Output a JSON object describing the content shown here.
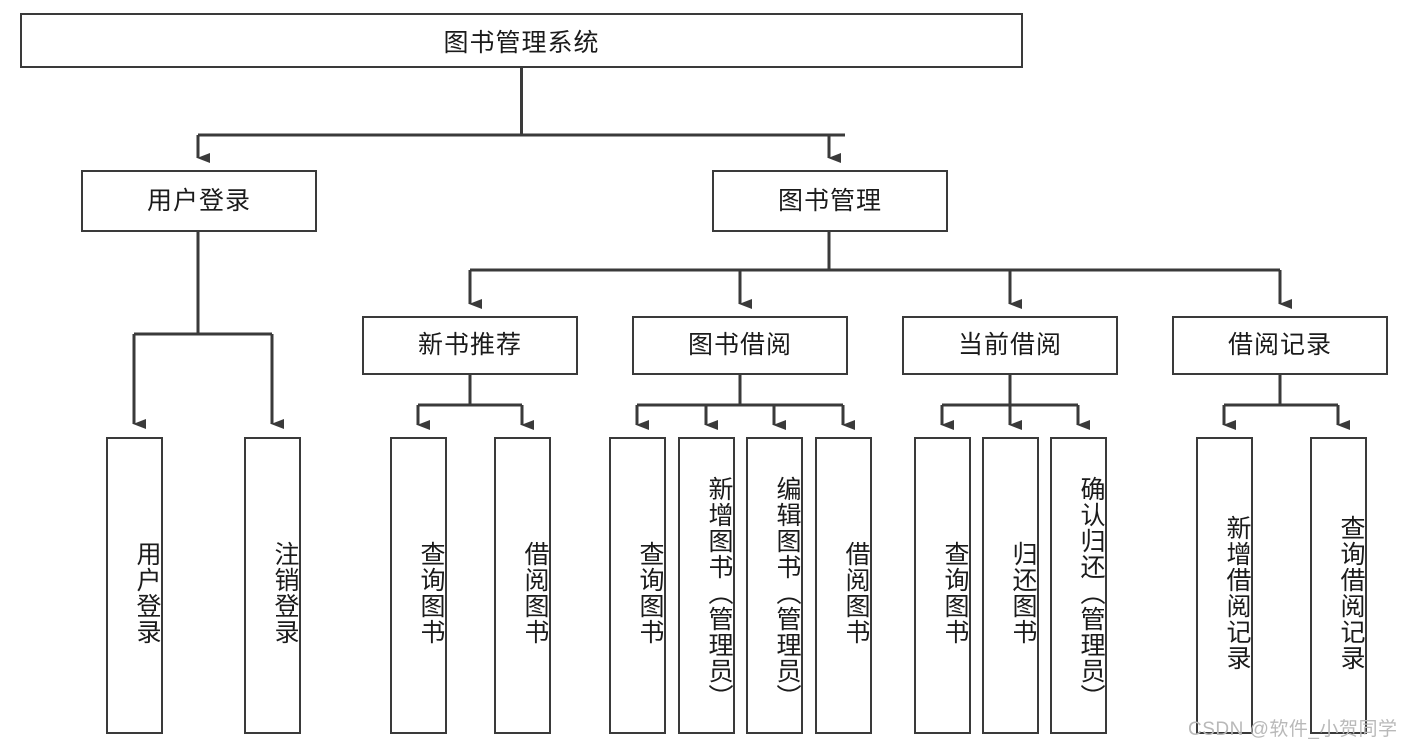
{
  "diagram": {
    "title": "图书管理系统",
    "type": "hierarchy-tree",
    "root": {
      "label": "图书管理系统",
      "id": "root"
    },
    "level1": [
      {
        "id": "user-login",
        "label": "用户登录"
      },
      {
        "id": "book-management",
        "label": "图书管理"
      }
    ],
    "level2": [
      {
        "id": "new-book-recommend",
        "label": "新书推荐",
        "parent": "book-management"
      },
      {
        "id": "book-borrow",
        "label": "图书借阅",
        "parent": "book-management"
      },
      {
        "id": "current-borrow",
        "label": "当前借阅",
        "parent": "book-management"
      },
      {
        "id": "borrow-record",
        "label": "借阅记录",
        "parent": "book-management"
      }
    ],
    "leaves": {
      "user_login": [
        {
          "id": "leaf-user-login",
          "label": "用户登录"
        },
        {
          "id": "leaf-logout-login",
          "label": "注销登录"
        }
      ],
      "new_book_recommend": [
        {
          "id": "leaf-query-book-1",
          "label": "查询图书"
        },
        {
          "id": "leaf-borrow-book-1",
          "label": "借阅图书"
        }
      ],
      "book_borrow": [
        {
          "id": "leaf-query-book-2",
          "label": "查询图书"
        },
        {
          "id": "leaf-add-book",
          "label": "新增图书（管理员）"
        },
        {
          "id": "leaf-edit-book",
          "label": "编辑图书（管理员）"
        },
        {
          "id": "leaf-borrow-book-2",
          "label": "借阅图书"
        }
      ],
      "current_borrow": [
        {
          "id": "leaf-query-book-3",
          "label": "查询图书"
        },
        {
          "id": "leaf-return-book",
          "label": "归还图书"
        },
        {
          "id": "leaf-confirm-return",
          "label": "确认归还（管理员）"
        }
      ],
      "borrow_record": [
        {
          "id": "leaf-add-record",
          "label": "新增借阅记录"
        },
        {
          "id": "leaf-query-record",
          "label": "查询借阅记录"
        }
      ]
    }
  },
  "watermark": {
    "text": "CSDN @软件_小贺同学"
  },
  "colors": {
    "stroke": "#3a3a3a",
    "fill": "#ffffff",
    "text": "#1b1b1b",
    "watermark": "#b9b9b9"
  }
}
